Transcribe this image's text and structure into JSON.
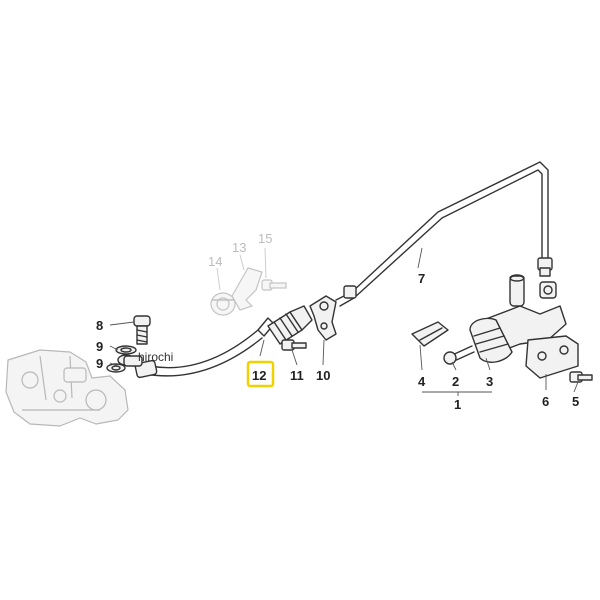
{
  "watermark": "hirochi",
  "callouts": {
    "c1": "1",
    "c2": "2",
    "c3": "3",
    "c4": "4",
    "c5": "5",
    "c6": "6",
    "c7": "7",
    "c8": "8",
    "c9a": "9",
    "c9b": "9",
    "c10": "10",
    "c11": "11",
    "c12": "12",
    "c13": "13",
    "c14": "14",
    "c15": "15"
  },
  "highlighted_part": "12",
  "colors": {
    "highlight": "#f2d100",
    "line": "#333333",
    "faded": "#bdbdbd"
  }
}
